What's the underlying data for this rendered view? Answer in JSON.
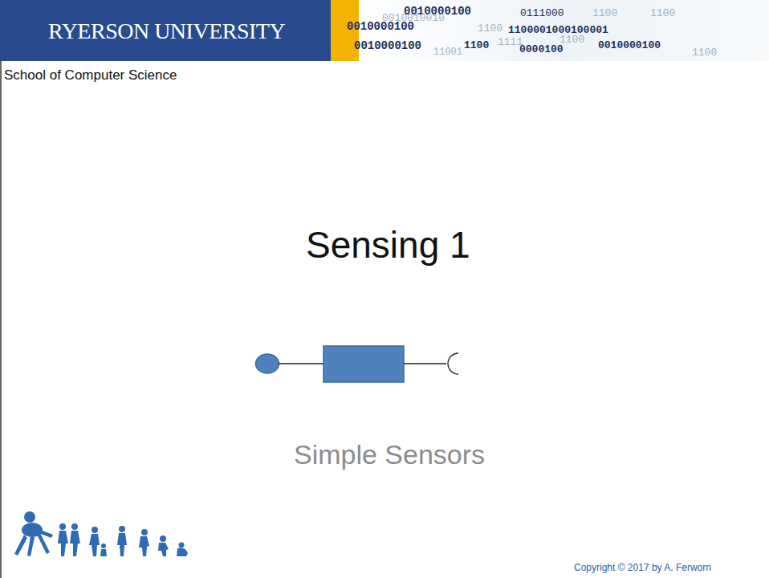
{
  "diagram": {
    "title": "Sensing 1",
    "labels": [
      "RYERSON UNIVERSITY",
      "School of Computer Science",
      "Simple Sensors",
      "Copyright ©  2017 by A. Ferworn",
      "0010000100",
      "0010010010",
      "0111000",
      "1100",
      "1100",
      "0010000100",
      "1100",
      "1100001000100001",
      "1100",
      "0010000100",
      "11001",
      "1100",
      "1111",
      "0000100",
      "0010000100",
      "1100"
    ]
  }
}
